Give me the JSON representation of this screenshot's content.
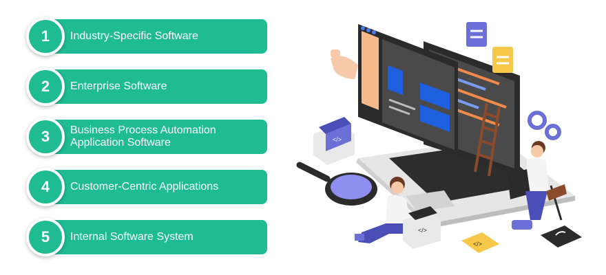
{
  "items": [
    {
      "number": "1",
      "label": "Industry-Specific Software"
    },
    {
      "number": "2",
      "label": "Enterprise Software"
    },
    {
      "number": "3",
      "label": "Business Process Automation Application Software"
    },
    {
      "number": "4",
      "label": "Customer-Centric Applications"
    },
    {
      "number": "5",
      "label": "Internal Software System"
    }
  ],
  "illustration": {
    "code_tag_1": "</>",
    "code_tag_2": "</>",
    "code_tag_3": "</>"
  },
  "colors": {
    "accent": "#1fbc94",
    "screen_dark": "#3a3a3a",
    "screen_blue": "#1e5fe0",
    "orange_panel": "#f6b98a",
    "purple": "#6b6fd6",
    "yellow": "#f5c84a"
  }
}
